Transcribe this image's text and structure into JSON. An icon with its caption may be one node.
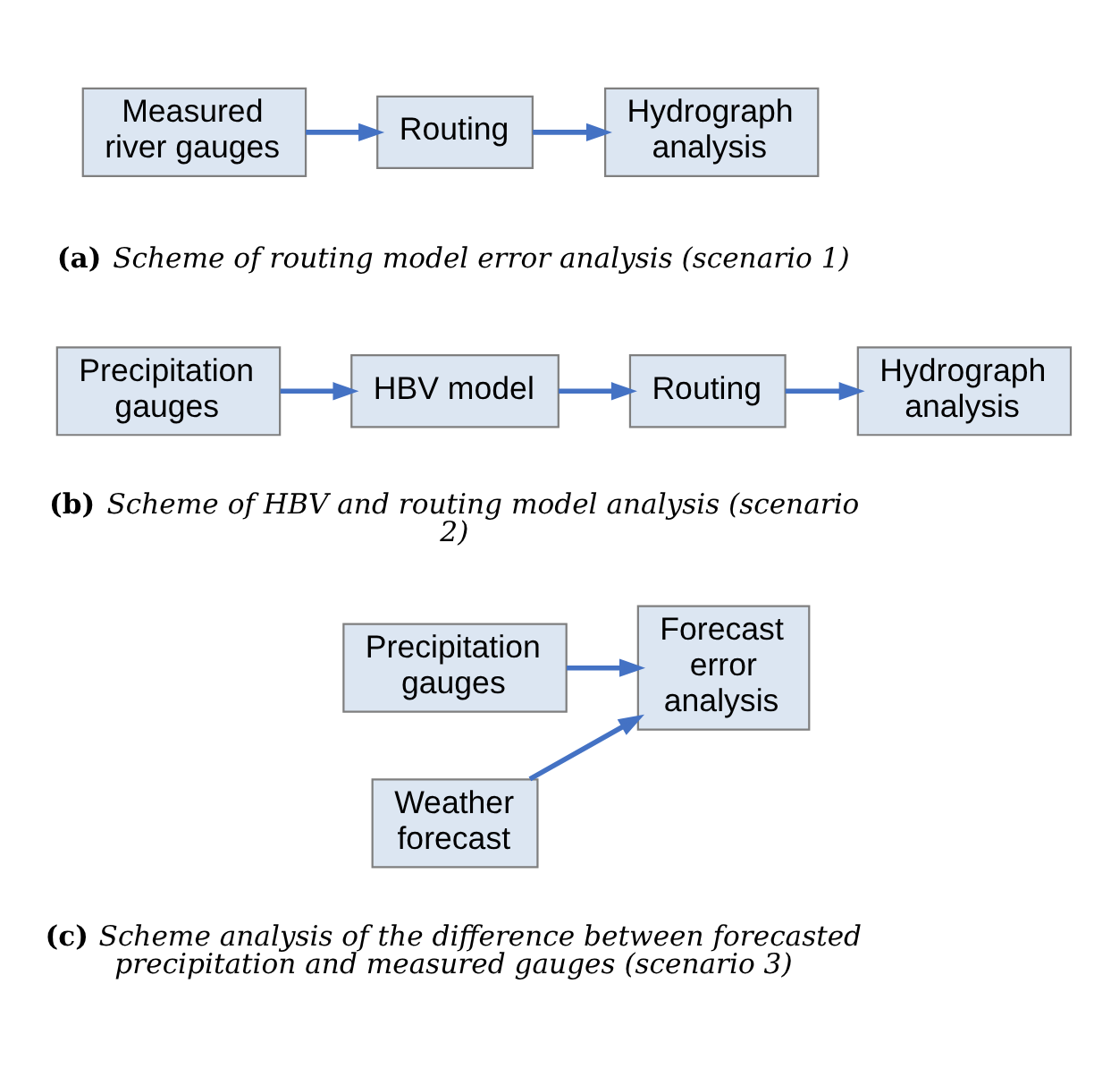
{
  "diagram": {
    "nodes": [
      {
        "text": [
          "Measured river gauges"
        ]
      },
      {
        "text": [
          "Routing"
        ]
      },
      {
        "text": [
          "Hydrograph analysis"
        ]
      },
      {
        "text": [
          "Precipitation gauges"
        ]
      },
      {
        "text": [
          "HBV model"
        ]
      },
      {
        "text": [
          "Routing"
        ]
      },
      {
        "text": [
          "Hydrograph analysis"
        ]
      },
      {
        "text": [
          "Precipitation gauges"
        ]
      },
      {
        "text": [
          "Weather forecast"
        ]
      },
      {
        "text": [
          "Forecast error analysis"
        ]
      }
    ],
    "edges": [
      {
        "from": 0,
        "to": 1,
        "arrow": "to"
      },
      {
        "from": 1,
        "to": 2,
        "arrow": "to"
      },
      {
        "from": 3,
        "to": 4,
        "arrow": "to"
      },
      {
        "from": 4,
        "to": 5,
        "arrow": "to"
      },
      {
        "from": 5,
        "to": 6,
        "arrow": "to"
      },
      {
        "from": 7,
        "to": 9,
        "arrow": "to"
      },
      {
        "from": 8,
        "to": 9,
        "arrow": "to"
      }
    ],
    "labels": [
      "**(a)** *Scheme of routing model error analysis (scenario 1)*",
      "**(b)** *Scheme of HBV and routing model analysis (scenario 2)*",
      "**(c)** *Scheme analysis of the difference between forecasted precipitation and measured gauges (scenario 3)*"
    ]
  }
}
